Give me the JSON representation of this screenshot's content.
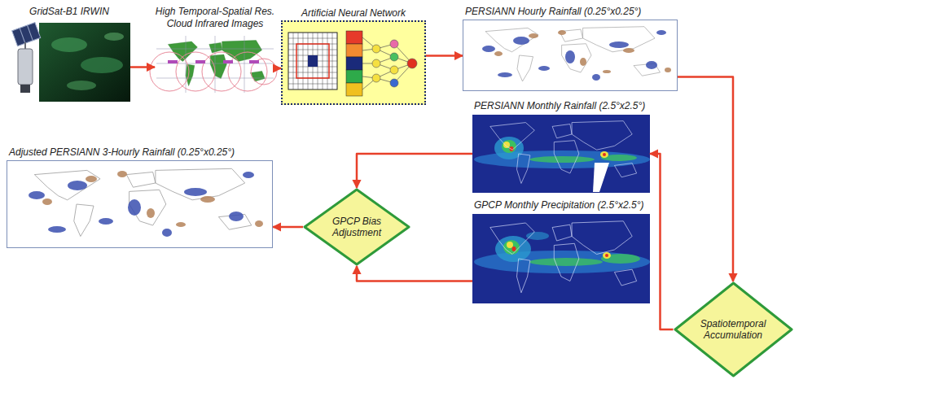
{
  "diagram": {
    "nodes": [
      {
        "text": [
          "GridSat-B1 IRWIN"
        ]
      },
      {
        "text": [
          "High Temporal-Spatial Res. Cloud Infrared Images"
        ]
      },
      {
        "text": [
          "Artificial Neural Network"
        ]
      },
      {
        "text": [
          "PERSIANN Hourly Rainfall (0.25°x0.25°)"
        ]
      },
      {
        "text": [
          "PERSIANN Monthly Rainfall (2.5°x2.5°)"
        ]
      },
      {
        "text": [
          "Adjusted PERSIANN 3-Hourly Rainfall (0.25°x0.25°)"
        ]
      },
      {
        "text": [
          "GPCP Bias Adjustment"
        ]
      },
      {
        "text": [
          "GPCP Monthly Precipitation (2.5°x2.5°)"
        ]
      },
      {
        "text": [
          "Spatiotemporal Accumulation"
        ]
      }
    ],
    "edges": [
      {
        "from": 0,
        "to": 1,
        "arrow": "to"
      },
      {
        "from": 1,
        "to": 2,
        "arrow": "to"
      },
      {
        "from": 2,
        "to": 3,
        "arrow": "to"
      },
      {
        "from": 3,
        "to": 8,
        "arrow": "to"
      },
      {
        "from": 8,
        "to": 4,
        "arrow": "to"
      },
      {
        "from": 4,
        "to": 6,
        "arrow": "to"
      },
      {
        "from": 7,
        "to": 6,
        "arrow": "to"
      },
      {
        "from": 6,
        "to": 5,
        "arrow": "to"
      }
    ]
  }
}
